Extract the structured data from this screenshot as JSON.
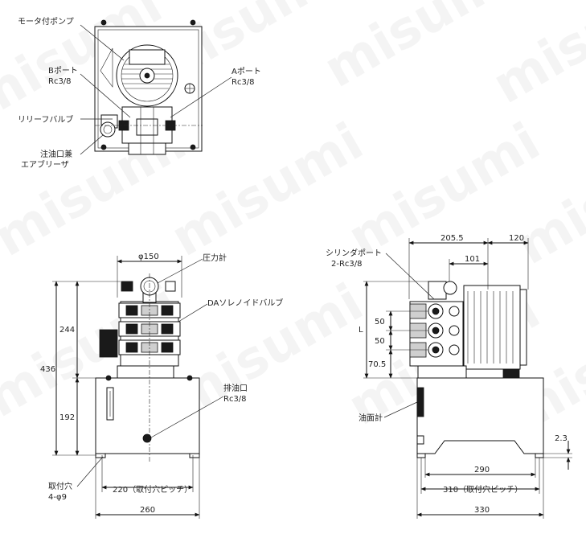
{
  "watermark": "misumi",
  "top_view": {
    "labels": {
      "motor_pump": "モータ付ポンプ",
      "b_port": "Bポート",
      "b_port_thread": "Rc3/8",
      "a_port": "Aポート",
      "a_port_thread": "Rc3/8",
      "relief_valve": "リリーフバルブ",
      "filler_line1": "注油口兼",
      "filler_line2": "エアブリーザ"
    }
  },
  "front_view": {
    "labels": {
      "pressure_gauge": "圧力計",
      "solenoid_valve": "DAソレノイドバルブ",
      "drain": "排油口",
      "drain_thread": "Rc3/8",
      "mount_hole_line1": "取付穴",
      "mount_hole_line2": "4-φ9"
    },
    "dims": {
      "phi150": "φ150",
      "h244": "244",
      "h436": "436",
      "h192": "192",
      "pitch220": "220（取付穴ピッチ）",
      "w260": "260"
    }
  },
  "side_view": {
    "labels": {
      "cylinder_port_line1": "シリンダポート",
      "cylinder_port_line2": "2-Rc3/8",
      "level_gauge": "油面計"
    },
    "dims": {
      "d205_5": "205.5",
      "d120": "120",
      "d101": "101",
      "L": "L",
      "d50a": "50",
      "d50b": "50",
      "d70_5": "70.5",
      "d2_3": "2.3",
      "d290": "290",
      "pitch310": "310（取付穴ピッチ）",
      "w330": "330"
    }
  }
}
